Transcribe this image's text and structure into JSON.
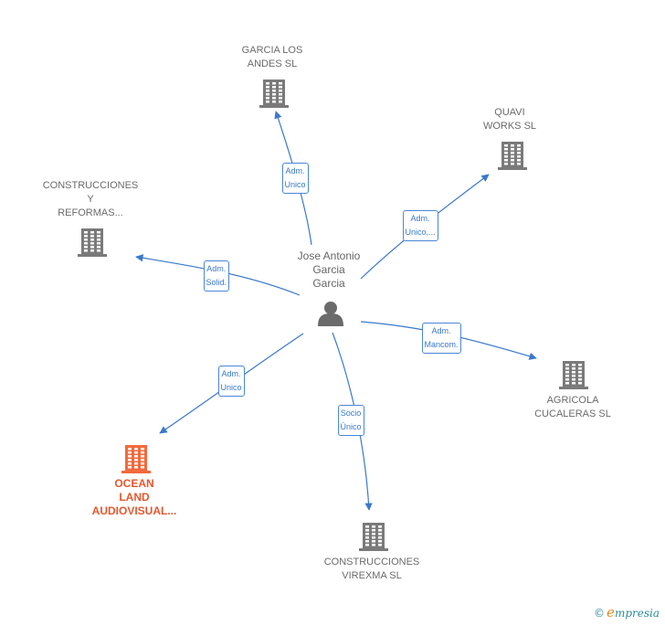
{
  "center": {
    "label": "Jose Antonio\nGarcia\nGarcia",
    "icon": "person-icon"
  },
  "companies": [
    {
      "id": "garcia-los-andes",
      "label": "GARCIA LOS\nANDES  SL",
      "icon": "building-icon",
      "color": "#7a7a7a",
      "highlight": false
    },
    {
      "id": "quavi-works",
      "label": "QUAVI\nWORKS  SL",
      "icon": "building-icon",
      "color": "#7a7a7a",
      "highlight": false
    },
    {
      "id": "construcciones-y-reformas",
      "label": "CONSTRUCCIONES\nY\nREFORMAS...",
      "icon": "building-icon",
      "color": "#7a7a7a",
      "highlight": false
    },
    {
      "id": "agricola-cucaleras",
      "label": "AGRICOLA\nCUCALERAS SL",
      "icon": "building-icon",
      "color": "#7a7a7a",
      "highlight": false
    },
    {
      "id": "ocean-land",
      "label": "OCEAN\nLAND\nAUDIOVISUAL...",
      "icon": "building-icon",
      "color": "#f26a3c",
      "highlight": true
    },
    {
      "id": "construcciones-virexma",
      "label": "CONSTRUCCIONES\nVIREXMA  SL",
      "icon": "building-icon",
      "color": "#7a7a7a",
      "highlight": false
    }
  ],
  "relations": [
    {
      "target": "garcia-los-andes",
      "label": "Adm.\nUnico"
    },
    {
      "target": "quavi-works",
      "label": "Adm.\nUnico,..."
    },
    {
      "target": "construcciones-y-reformas",
      "label": "Adm.\nSolid."
    },
    {
      "target": "agricola-cucaleras",
      "label": "Adm.\nMancom."
    },
    {
      "target": "ocean-land",
      "label": "Adm.\nUnico"
    },
    {
      "target": "construcciones-virexma",
      "label": "Socio\nÚnico"
    }
  ],
  "colors": {
    "edge": "#3a78cc",
    "building": "#7a7a7a",
    "highlight": "#f26a3c",
    "person": "#6b6b6b"
  },
  "footer": {
    "copyright": "©",
    "brand_initial": "e",
    "brand_rest": "mpresia"
  }
}
